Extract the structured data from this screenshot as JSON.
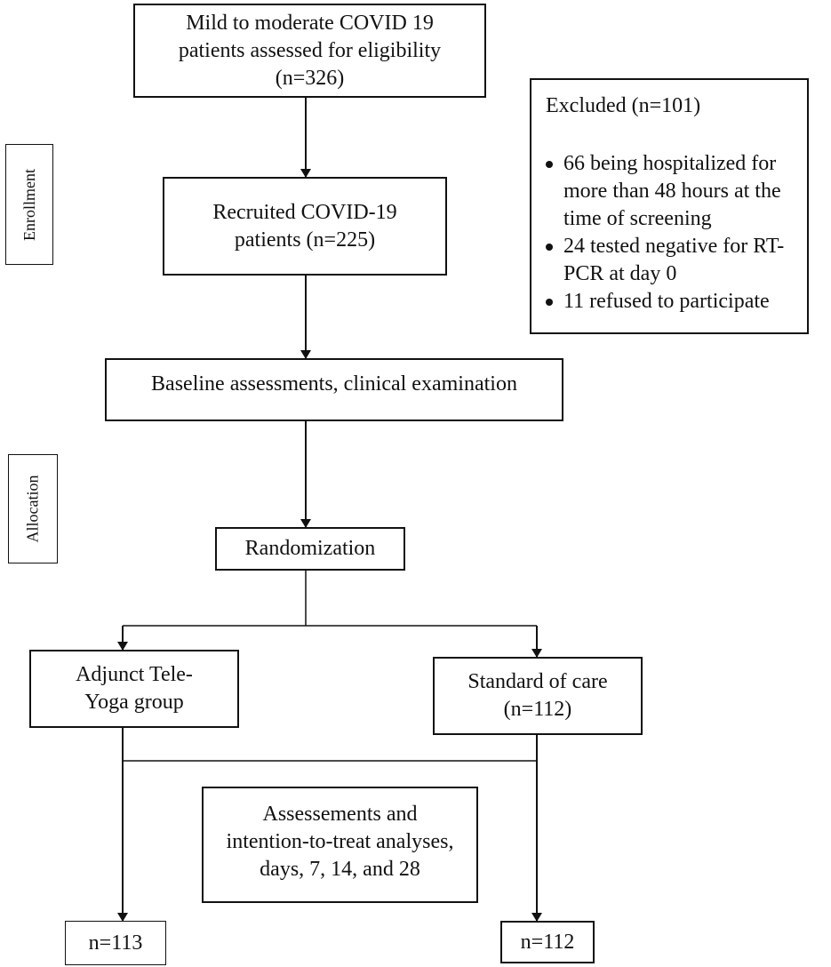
{
  "enrollment_label": "Enrollment",
  "allocation_label": "Allocation",
  "assessed_box": [
    "Mild to moderate COVID 19",
    "patients assessed for eligibility",
    "(n=326)"
  ],
  "excluded": {
    "title": "Excluded (n=101)",
    "items": [
      "66 being hospitalized for more than 48 hours at the time of screening",
      "24 tested negative for RT-PCR at day 0",
      "11 refused to participate"
    ]
  },
  "recruited_box": [
    "Recruited COVID-19",
    "patients (n=225)"
  ],
  "baseline_box": "Baseline assessments, clinical examination",
  "randomization_box": "Randomization",
  "yoga_box": [
    "Adjunct Tele-",
    "Yoga group"
  ],
  "soc_box": [
    "Standard of care",
    "(n=112)"
  ],
  "assessment_box": [
    "Assessements and",
    "intention-to-treat analyses,",
    "days, 7, 14, and 28"
  ],
  "yoga_final": "n=113",
  "soc_final": "n=112"
}
